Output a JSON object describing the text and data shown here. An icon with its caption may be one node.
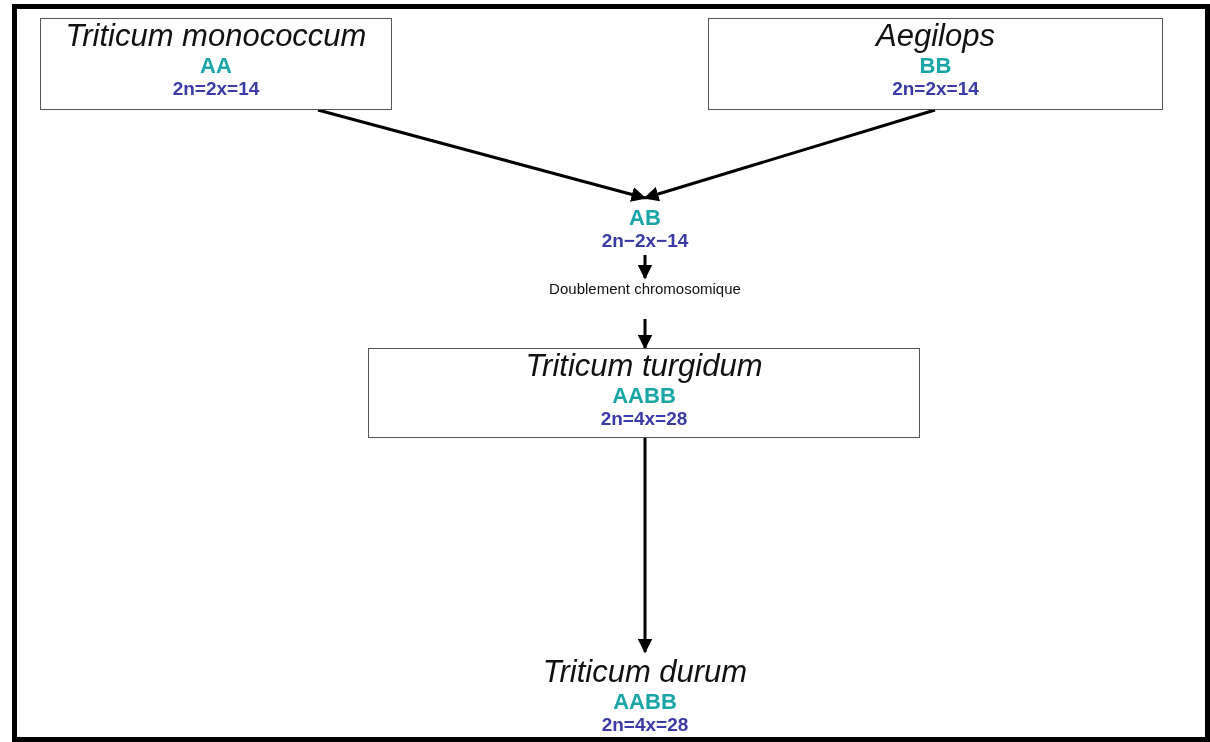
{
  "diagram": {
    "nodes": [
      {
        "text": [
          "Triticum monococcum",
          "AA",
          "2n=2x=14"
        ]
      },
      {
        "text": [
          "Aegilops",
          "BB",
          "2n=2x=14"
        ]
      },
      {
        "text": [
          "AB",
          "2n−2x−14"
        ]
      },
      {
        "text": [
          "Doublement chromosomique"
        ]
      },
      {
        "text": [
          "Triticum turgidum",
          "AABB",
          "2n=4x=28"
        ]
      },
      {
        "text": [
          "Triticum durum",
          "AABB",
          "2n=4x=28"
        ]
      }
    ],
    "edges": [
      {
        "from": 0,
        "to": 2,
        "arrow": "to"
      },
      {
        "from": 1,
        "to": 2,
        "arrow": "to"
      },
      {
        "from": 2,
        "to": 3,
        "arrow": "to"
      },
      {
        "from": 3,
        "to": 4,
        "arrow": "to"
      },
      {
        "from": 4,
        "to": 5,
        "arrow": "to"
      }
    ]
  }
}
